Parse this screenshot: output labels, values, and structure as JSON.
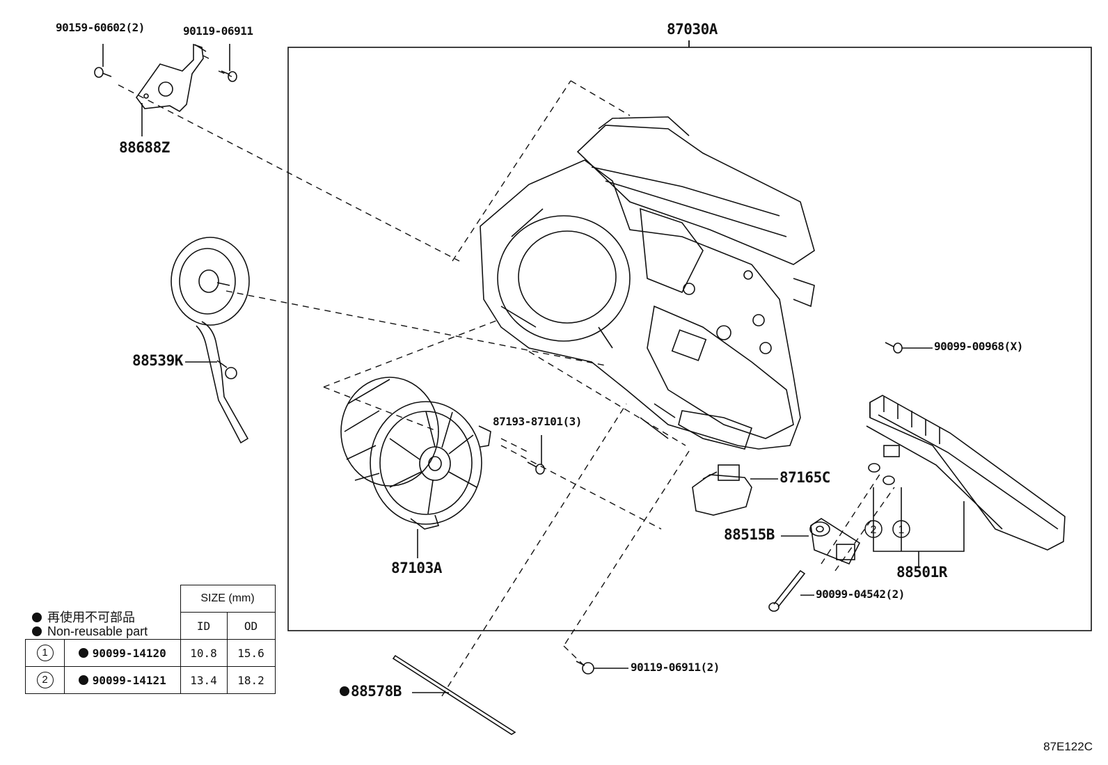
{
  "labels": {
    "assembly": "87030A",
    "bolt_top_left": "90159-60602(2)",
    "screw_top": "90119-06911",
    "bracket": "88688Z",
    "servo": "88539K",
    "screw_right": "90099-00968(X)",
    "screw_blower": "87193-87101(3)",
    "resistor": "87165C",
    "blower": "87103A",
    "valve": "88515B",
    "evaporator": "88501R",
    "bolt_bottom": "90099-04542(2)",
    "screw_bottom": "90119-06911(2)",
    "gasket": "88578B"
  },
  "callouts": {
    "c1": "1",
    "c2": "2"
  },
  "legend": {
    "jp": "再使用不可部品",
    "en": "Non-reusable part"
  },
  "table": {
    "size_header": "SIZE (mm)",
    "id_header": "ID",
    "od_header": "OD",
    "rows": [
      {
        "mark": "1",
        "part": "90099-14120",
        "id": "10.8",
        "od": "15.6"
      },
      {
        "mark": "2",
        "part": "90099-14121",
        "id": "13.4",
        "od": "18.2"
      }
    ]
  },
  "diagram_code": "87E122C"
}
